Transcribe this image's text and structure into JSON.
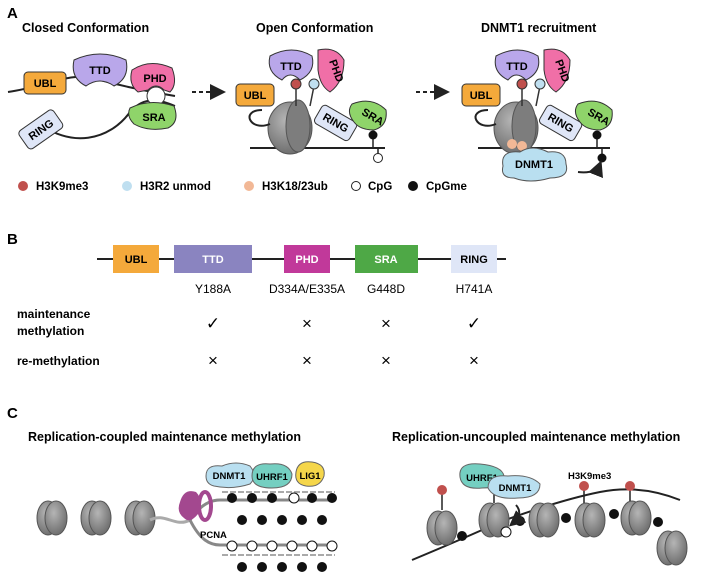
{
  "panels": {
    "a": "A",
    "b": "B",
    "c": "C"
  },
  "panel_a": {
    "titles": {
      "closed": "Closed Conformation",
      "open": "Open Conformation",
      "recruit": "DNMT1 recruitment"
    },
    "domains": {
      "ubl": "UBL",
      "ttd": "TTD",
      "phd": "PHD",
      "sra": "SRA",
      "ring": "RING"
    },
    "dnmt1": "DNMT1",
    "legend": [
      {
        "label": "H3K9me3",
        "color": "#c0504d"
      },
      {
        "label": "H3R2 unmod",
        "color": "#bfdff0"
      },
      {
        "label": "H3K18/23ub",
        "color": "#f2b896"
      },
      {
        "label": "CpG",
        "color": "#ffffff"
      },
      {
        "label": "CpGme",
        "color": "#111111"
      }
    ]
  },
  "panel_b": {
    "domains": [
      {
        "name": "UBL",
        "color": "#f4a93b",
        "text": "#222222"
      },
      {
        "name": "TTD",
        "color": "#8a84c0",
        "text": "#ffffff"
      },
      {
        "name": "PHD",
        "color": "#c1399a",
        "text": "#ffffff"
      },
      {
        "name": "SRA",
        "color": "#4ea846",
        "text": "#ffffff"
      },
      {
        "name": "RING",
        "color": "#dfe6f7",
        "text": "#222222"
      }
    ],
    "mutations": [
      "Y188A",
      "D334A/E335A",
      "G448D",
      "H741A"
    ],
    "rows": [
      {
        "label": "maintenance methylation",
        "line1": "maintenance",
        "line2": "methylation",
        "marks": [
          "✓",
          "×",
          "×",
          "✓"
        ]
      },
      {
        "label": "re-methylation",
        "marks": [
          "×",
          "×",
          "×",
          "×"
        ]
      }
    ]
  },
  "panel_c": {
    "left_title": "Replication-coupled maintenance methylation",
    "right_title": "Replication-uncoupled maintenance methylation",
    "labels": {
      "dnmt1": "DNMT1",
      "uhrf1": "UHRF1",
      "lig1": "LIG1",
      "pcna": "PCNA",
      "h3k9me3": "H3K9me3"
    }
  },
  "colors": {
    "ubl": "#f4a93b",
    "ttd": "#b9a7ea",
    "phd": "#f06fa7",
    "sra": "#8fd46a",
    "ring": "#dfe6f7",
    "dnmt1": "#b9dff0",
    "uhrf1": "#74cfc1",
    "lig1": "#f5d64a",
    "pcna": "#a3488f",
    "nucleosome": "#8d8d8d",
    "h3k9me3": "#c0504d"
  }
}
